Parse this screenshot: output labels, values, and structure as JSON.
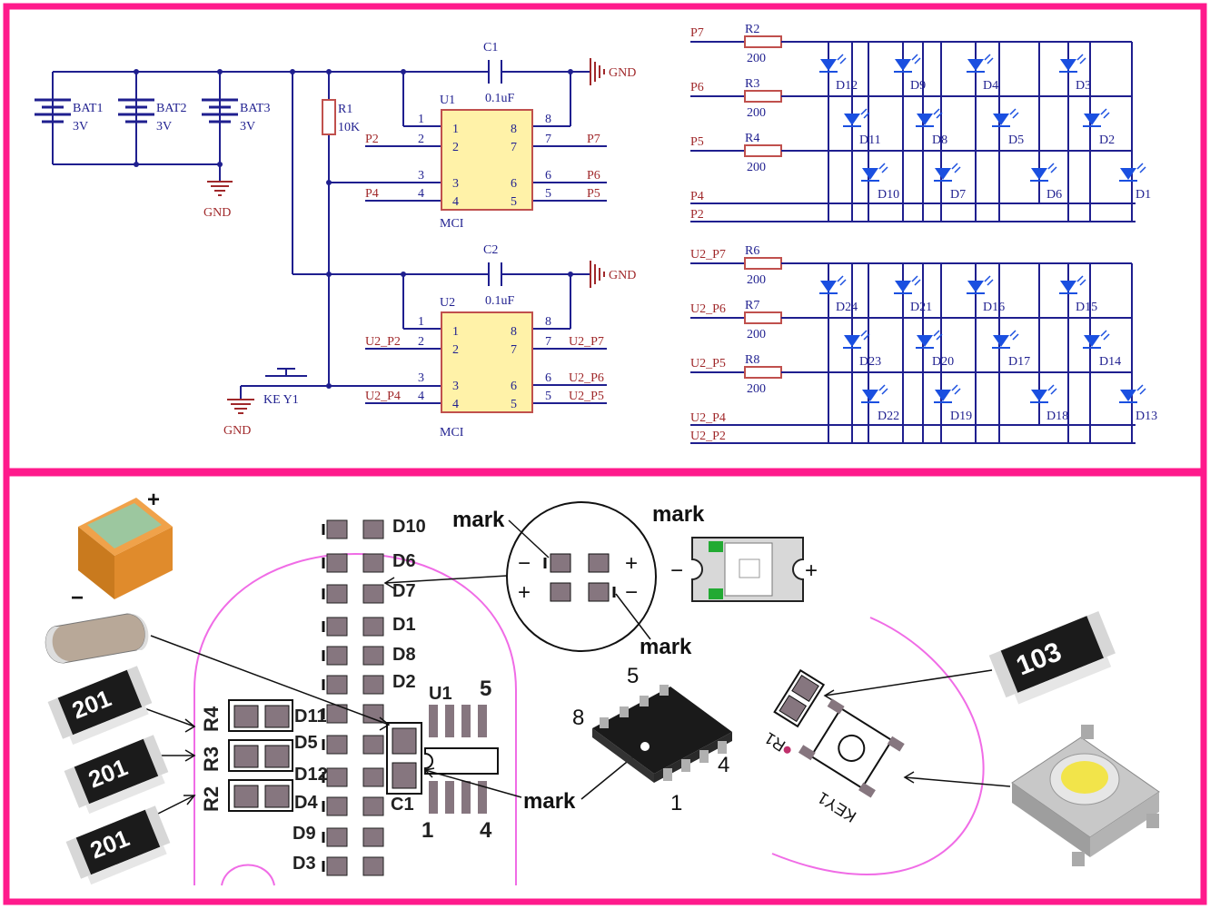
{
  "colors": {
    "frame": "#ff1a8c",
    "wire": "#1f1f8f",
    "component": "#c0504d",
    "label": "#a0282a",
    "led": "#1a4fe0",
    "ic_fill": "#fff2a8",
    "pad": "#86767f",
    "silk_outline": "#f06ce6"
  },
  "schematic": {
    "batteries": [
      {
        "ref": "BAT1",
        "value": "3V"
      },
      {
        "ref": "BAT2",
        "value": "3V"
      },
      {
        "ref": "BAT3",
        "value": "3V"
      }
    ],
    "gnd": "GND",
    "r1": {
      "ref": "R1",
      "value": "10K"
    },
    "key": "KE Y1",
    "caps": [
      {
        "ref": "C1",
        "value": "0.1uF"
      },
      {
        "ref": "C2",
        "value": "0.1uF"
      }
    ],
    "ics": [
      {
        "ref": "U1",
        "name": "MCI",
        "left_pins": [
          "1",
          "2",
          "3",
          "4"
        ],
        "right_pins": [
          "8",
          "7",
          "6",
          "5"
        ],
        "inner_left": [
          "1",
          "2",
          "3",
          "4"
        ],
        "inner_right": [
          "8",
          "7",
          "6",
          "5"
        ],
        "in_labels": [
          "P2",
          "P4"
        ],
        "out_labels": [
          "P7",
          "P6",
          "P5"
        ]
      },
      {
        "ref": "U2",
        "name": "MCI",
        "left_pins": [
          "1",
          "2",
          "3",
          "4"
        ],
        "right_pins": [
          "8",
          "7",
          "6",
          "5"
        ],
        "inner_left": [
          "1",
          "2",
          "3",
          "4"
        ],
        "inner_right": [
          "8",
          "7",
          "6",
          "5"
        ],
        "in_labels": [
          "U2_P2",
          "U2_P4"
        ],
        "out_labels": [
          "U2_P7",
          "U2_P6",
          "U2_P5"
        ]
      }
    ],
    "led_matrices": [
      {
        "rows": [
          {
            "net": "P7",
            "res": "R2",
            "value": "200"
          },
          {
            "net": "P6",
            "res": "R3",
            "value": "200"
          },
          {
            "net": "P5",
            "res": "R4",
            "value": "200"
          }
        ],
        "bottom_nets": [
          "P4",
          "P2"
        ],
        "leds": [
          [
            "D12",
            "D9",
            "D4",
            "D3"
          ],
          [
            "D11",
            "D8",
            "D5",
            "D2"
          ],
          [
            "D10",
            "D7",
            "D6",
            "D1"
          ]
        ]
      },
      {
        "rows": [
          {
            "net": "U2_P7",
            "res": "R6",
            "value": "200"
          },
          {
            "net": "U2_P6",
            "res": "R7",
            "value": "200"
          },
          {
            "net": "U2_P5",
            "res": "R8",
            "value": "200"
          }
        ],
        "bottom_nets": [
          "U2_P4",
          "U2_P2"
        ],
        "leds": [
          [
            "D24",
            "D21",
            "D16",
            "D15"
          ],
          [
            "D23",
            "D20",
            "D17",
            "D14"
          ],
          [
            "D22",
            "D19",
            "D18",
            "D13"
          ]
        ]
      }
    ]
  },
  "pcb": {
    "led_labels_right": [
      "D10",
      "D6",
      "D7",
      "D1",
      "D8",
      "D2"
    ],
    "led_labels_mid": [
      "D11",
      "D5",
      "D12",
      "D4"
    ],
    "led_labels_left": [
      "D9",
      "D3"
    ],
    "resistor_labels": [
      "R4",
      "R3",
      "R2"
    ],
    "resistor_codes": [
      "201",
      "201",
      "201"
    ],
    "r1_code": "103",
    "u1": {
      "label": "U1",
      "pin1": "1",
      "pin4": "4",
      "pin5": "5"
    },
    "c1": "C1",
    "chip_pins": {
      "p5": "5",
      "p8": "8",
      "p4": "4",
      "p1": "1"
    },
    "mark": "mark",
    "plus": "+",
    "minus": "−",
    "r1_label": "R1",
    "key_label": "KEY1"
  }
}
